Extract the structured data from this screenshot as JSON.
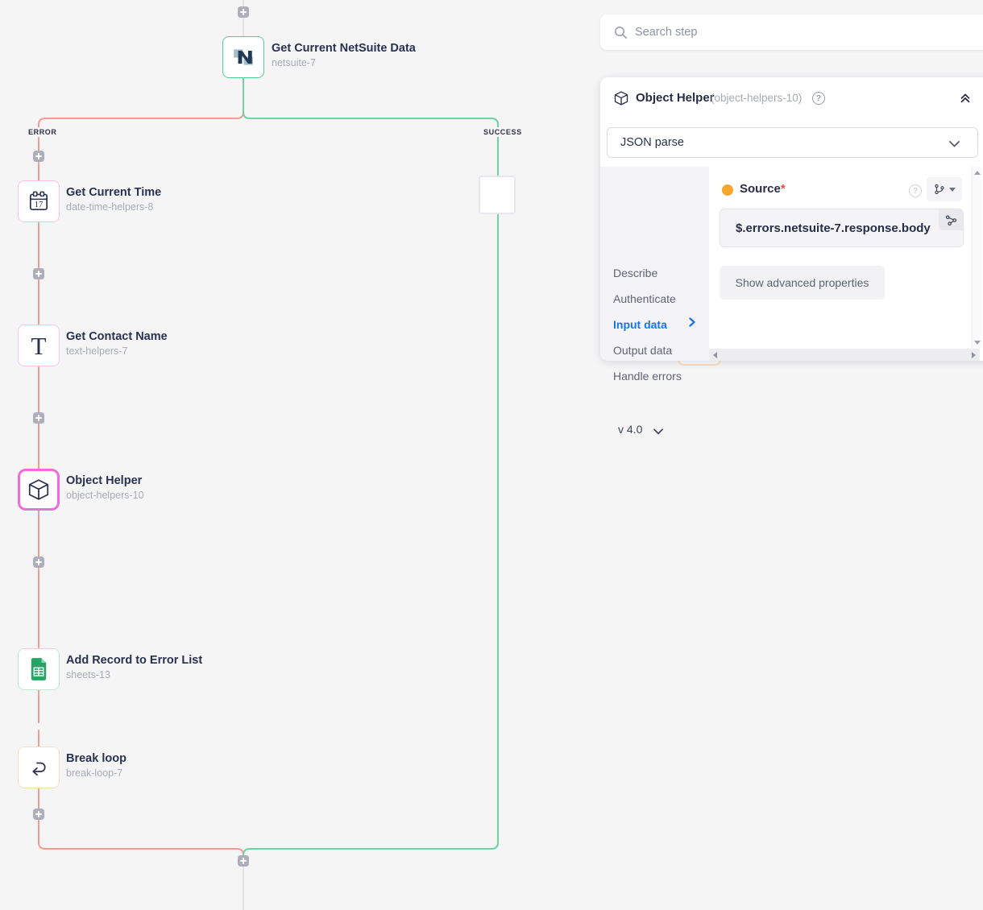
{
  "canvas": {
    "labels": {
      "error": "ERROR",
      "success": "SUCCESS"
    },
    "nodes": [
      {
        "title": "Get Current NetSuite Data",
        "subtitle": "netsuite-7"
      },
      {
        "title": "Get Current Time",
        "subtitle": "date-time-helpers-8"
      },
      {
        "title": "Get Contact Name",
        "subtitle": "text-helpers-7"
      },
      {
        "title": "Object Helper",
        "subtitle": "object-helpers-10"
      },
      {
        "title": "Add Record to Error List",
        "subtitle": "sheets-13"
      },
      {
        "title": "Break loop",
        "subtitle": "break-loop-7"
      }
    ],
    "calendar_day": "17",
    "text_glyph": "T",
    "colors": {
      "error_line": "#f59b94",
      "success_line": "#6fd1a4",
      "neutral_line": "#e1e2e6"
    }
  },
  "search": {
    "placeholder": "Search step"
  },
  "panel": {
    "title": "Object Helper",
    "step_id": "(object-helpers-10)",
    "operation_select": {
      "value": "JSON parse"
    },
    "tabs": {
      "describe": "Describe",
      "authenticate": "Authenticate",
      "input_data": "Input data",
      "output_data": "Output data",
      "handle_errors": "Handle errors"
    },
    "version": "v 4.0",
    "source_field": {
      "label": "Source",
      "required": "*",
      "value": "$.errors.netsuite-7.response.body"
    },
    "advanced_button": "Show advanced properties",
    "help_glyph": "?"
  }
}
